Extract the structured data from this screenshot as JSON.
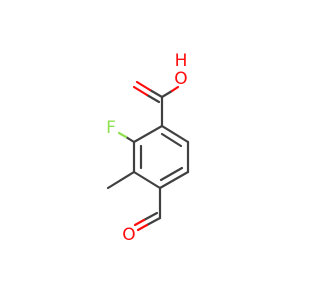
{
  "molecule": {
    "atoms": {
      "carboxyl_hydroxyl": {
        "label": "O",
        "sublabel": "H",
        "element": "O",
        "color": "#ff0d0d"
      },
      "fluorine": {
        "label": "F",
        "element": "F",
        "color": "#90e050"
      },
      "aldehyde_oxygen": {
        "label": "O",
        "element": "O",
        "color": "#ff0d0d"
      }
    },
    "colors": {
      "bond": "#404040",
      "oxygen": "#ff0d0d",
      "fluorine": "#90e050",
      "background": "#ffffff"
    }
  }
}
